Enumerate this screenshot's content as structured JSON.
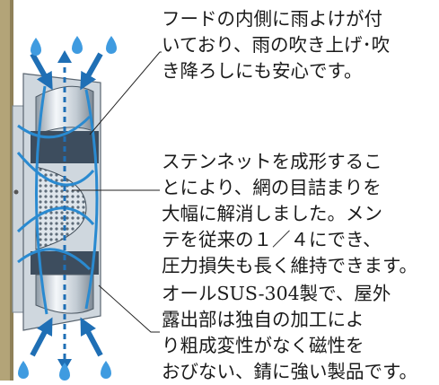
{
  "callouts": [
    {
      "lines": [
        "フードの内側に雨よけが付",
        "いており、雨の吹き上げ･吹",
        "き降ろしにも安心です。"
      ]
    },
    {
      "lines": [
        "ステンネットを成形するこ",
        "とにより、網の目詰まりを",
        "大幅に解消しました。メン",
        "テを従来の１／４にでき、",
        "圧力損失も長く維持できます。"
      ]
    },
    {
      "lines": [
        "オールSUS-304製で、屋外",
        "露出部は独自の加工によ",
        "り粗成変性がなく磁性を",
        "おびない、錆に強い製品です。"
      ]
    }
  ]
}
